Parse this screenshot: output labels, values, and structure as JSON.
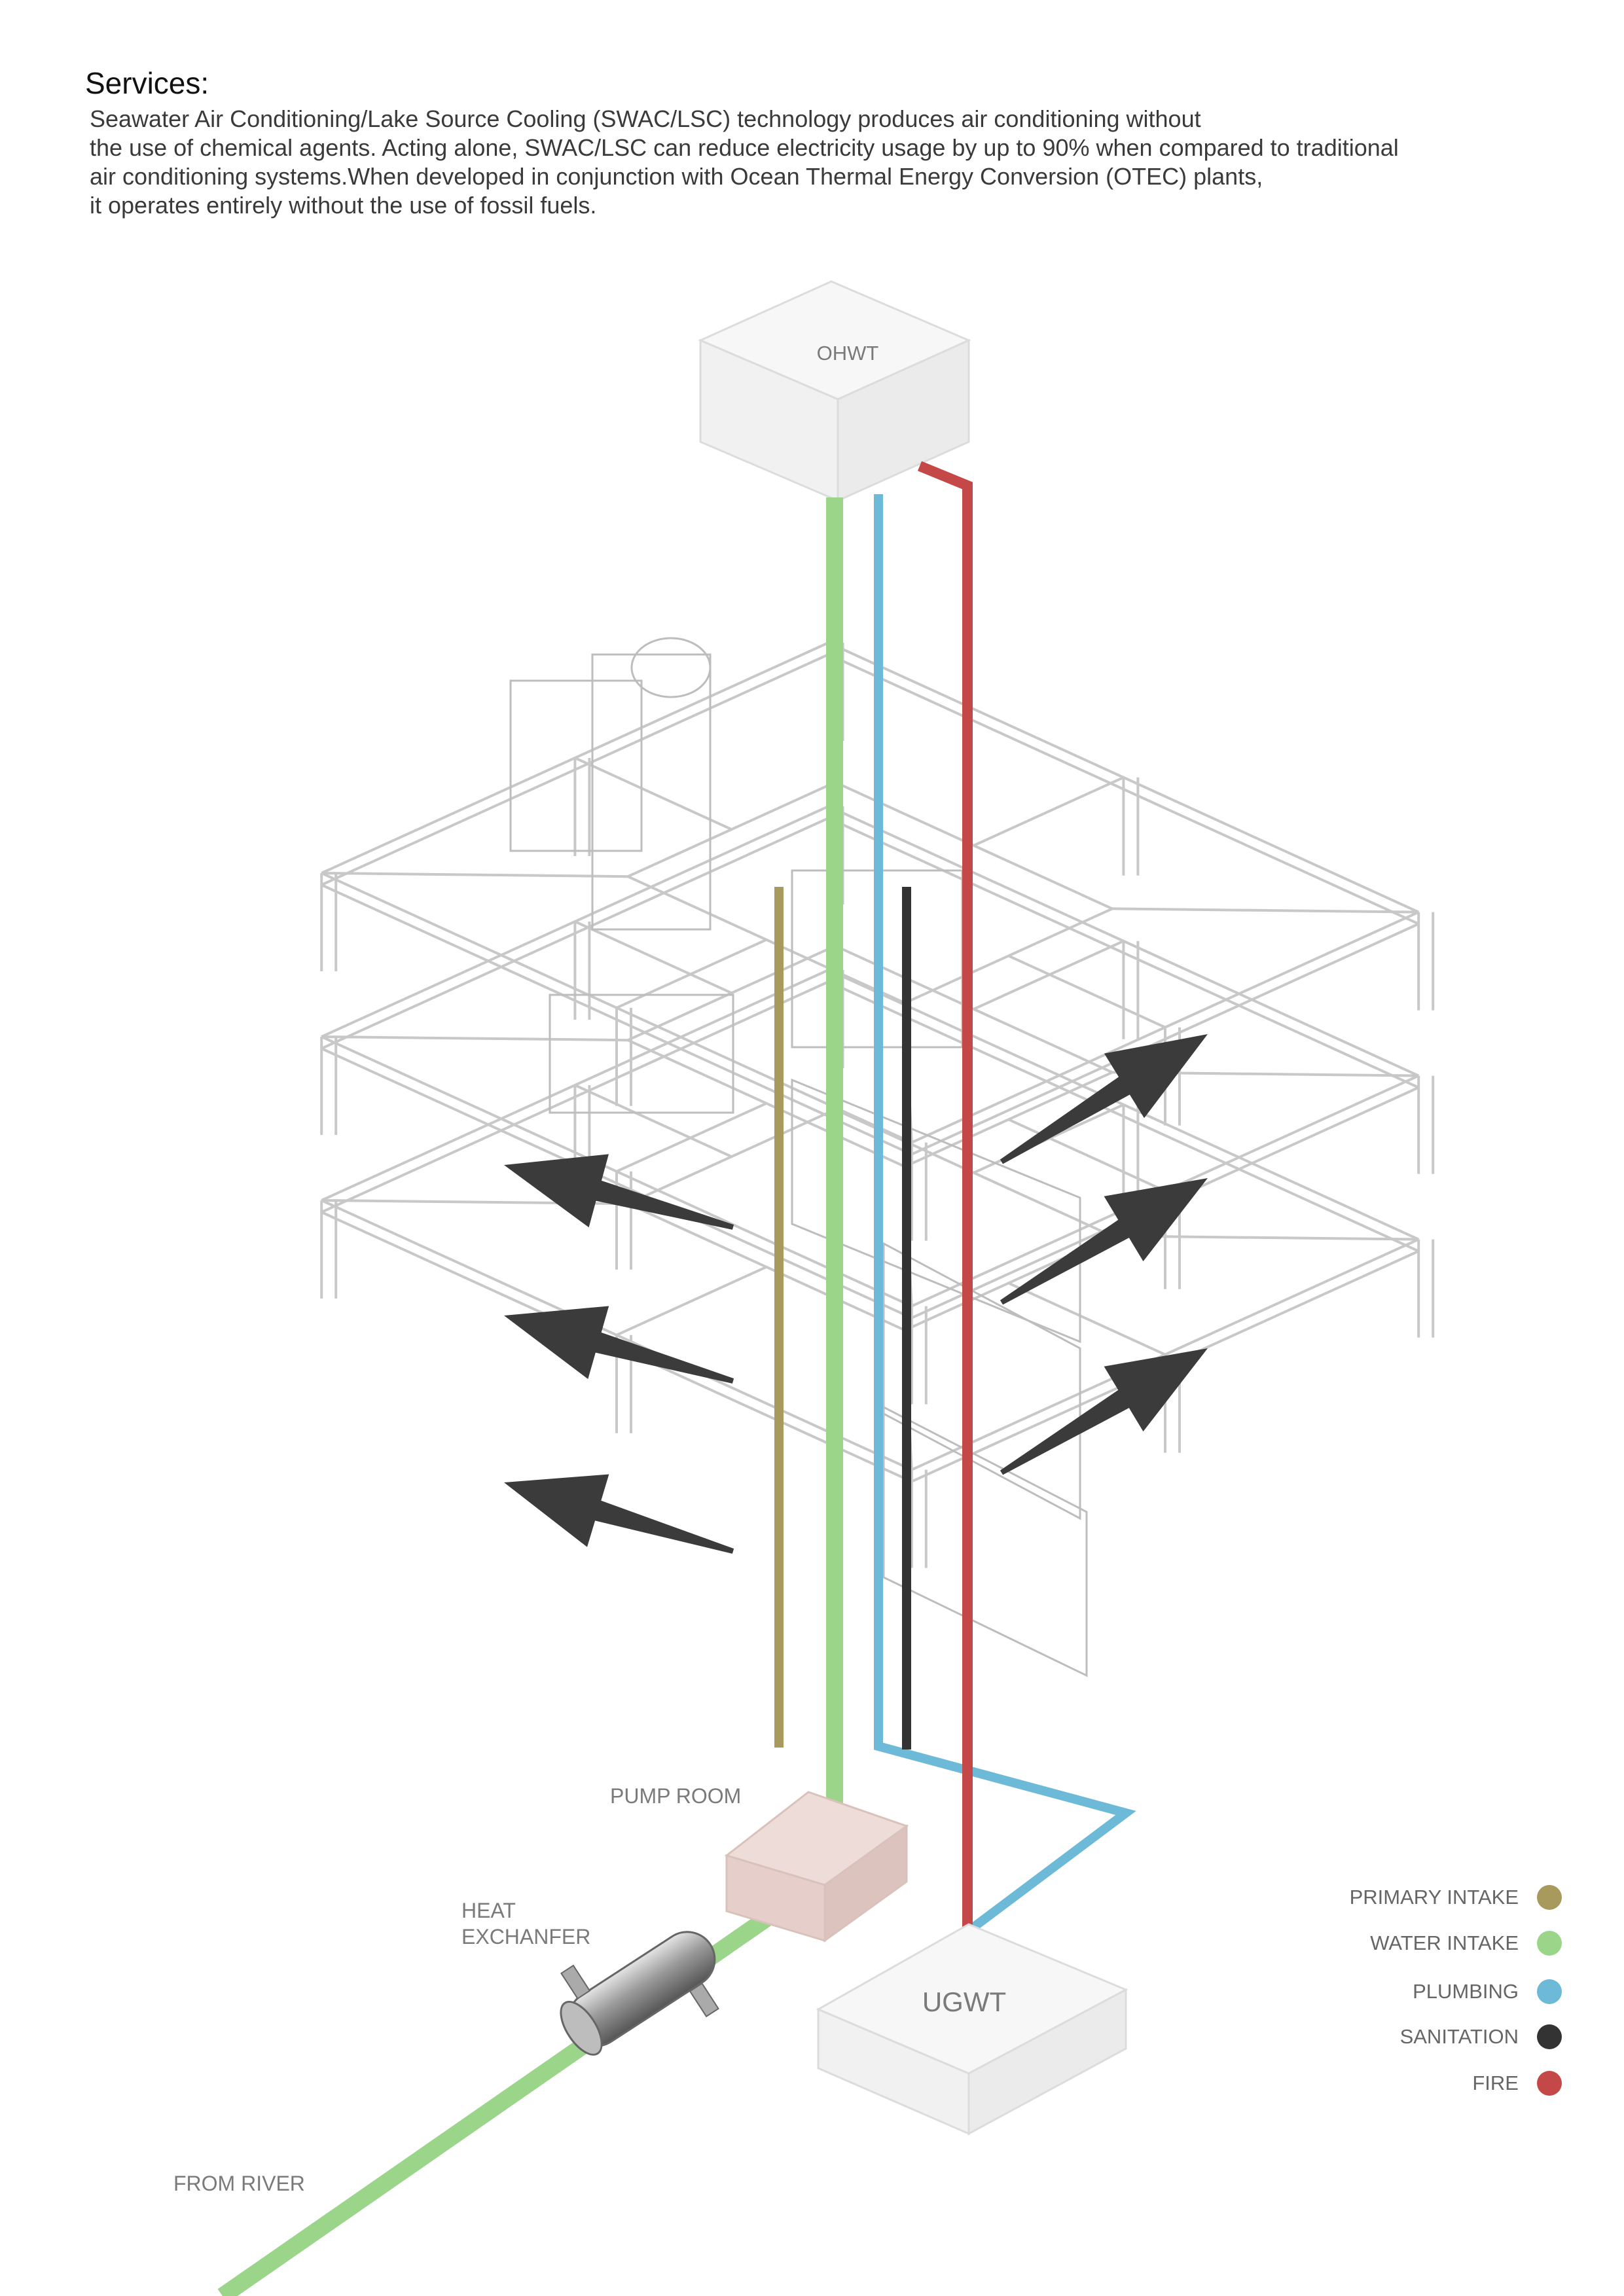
{
  "heading": "Services:",
  "description": [
    "Seawater Air Conditioning/Lake Source Cooling (SWAC/LSC) technology produces air conditioning without",
    "the use of chemical agents. Acting alone, SWAC/LSC can reduce electricity usage by up to 90% when compared to traditional",
    "air conditioning systems.When developed in conjunction with Ocean Thermal Energy Conversion (OTEC) plants,",
    "it operates entirely without the use of fossil fuels."
  ],
  "labels": {
    "ohwt": "OHWT",
    "ugwt": "UGWT",
    "pump_room": "PUMP ROOM",
    "heat_exchanger_1": "HEAT",
    "heat_exchanger_2": "EXCHANFER",
    "from_river": "FROM RIVER"
  },
  "legend": [
    {
      "label": "PRIMARY INTAKE",
      "color": "#a89a5c"
    },
    {
      "label": "WATER INTAKE",
      "color": "#9ad58a"
    },
    {
      "label": "PLUMBING",
      "color": "#6db9d8"
    },
    {
      "label": "SANITATION",
      "color": "#333333"
    },
    {
      "label": "FIRE",
      "color": "#c44848"
    }
  ]
}
